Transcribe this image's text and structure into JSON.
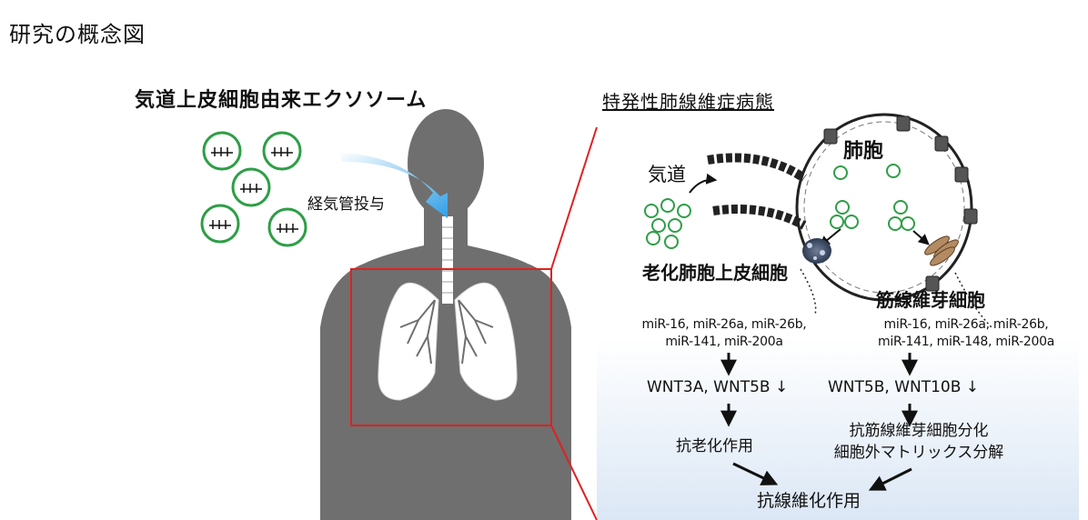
{
  "page_title": "研究の概念図",
  "exosome_title": "気道上皮細胞由来エクソソーム",
  "route_label": "経気管投与",
  "ipf_title": "特発性肺線維症病態",
  "airway_label": "気道",
  "alveolus_label": "肺胞",
  "aec_label": "老化肺胞上皮細胞",
  "fibroblast_label": "筋線維芽細胞",
  "left_branch": {
    "mirna_line1": "miR-16, miR-26a, miR-26b,",
    "mirna_line2": "miR-141, miR-200a",
    "wnt": "WNT3A, WNT5B ↓",
    "effect": "抗老化作用"
  },
  "right_branch": {
    "mirna_line1": "miR-16, miR-26a, miR-26b,",
    "mirna_line2": "miR-141, miR-148, miR-200a",
    "wnt": "WNT5B, WNT10B ↓",
    "effect_line1": "抗筋線維芽細胞分化",
    "effect_line2": "細胞外マトリックス分解"
  },
  "final_outcome": "抗線維化作用",
  "colors": {
    "exosome_green": "#2e9e46",
    "silhouette_gray": "#6f6f6f",
    "highlight_red": "#e02020",
    "arrow_blue": "#3aa8e8"
  }
}
